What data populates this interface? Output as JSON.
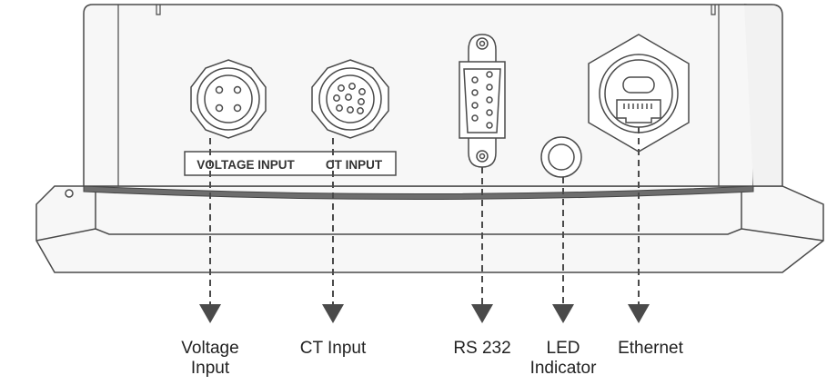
{
  "panel_labels": {
    "voltage": "VOLTAGE INPUT",
    "ct": "CT INPUT"
  },
  "callouts": {
    "voltage": "Voltage\nInput",
    "ct": "CT Input",
    "rs232": "RS 232",
    "led": "LED\nIndicator",
    "ethernet": "Ethernet"
  },
  "icons": {
    "voltage_connector": "circular-4-pin-connector-icon",
    "ct_connector": "circular-9-pin-connector-icon",
    "rs232_port": "db9-serial-port-icon",
    "led": "led-indicator-icon",
    "ethernet_port": "rj45-ethernet-port-icon"
  },
  "colors": {
    "stroke": "#4a4a4a",
    "device_fill": "#f7f7f7",
    "arrow": "#4a4a4a"
  }
}
